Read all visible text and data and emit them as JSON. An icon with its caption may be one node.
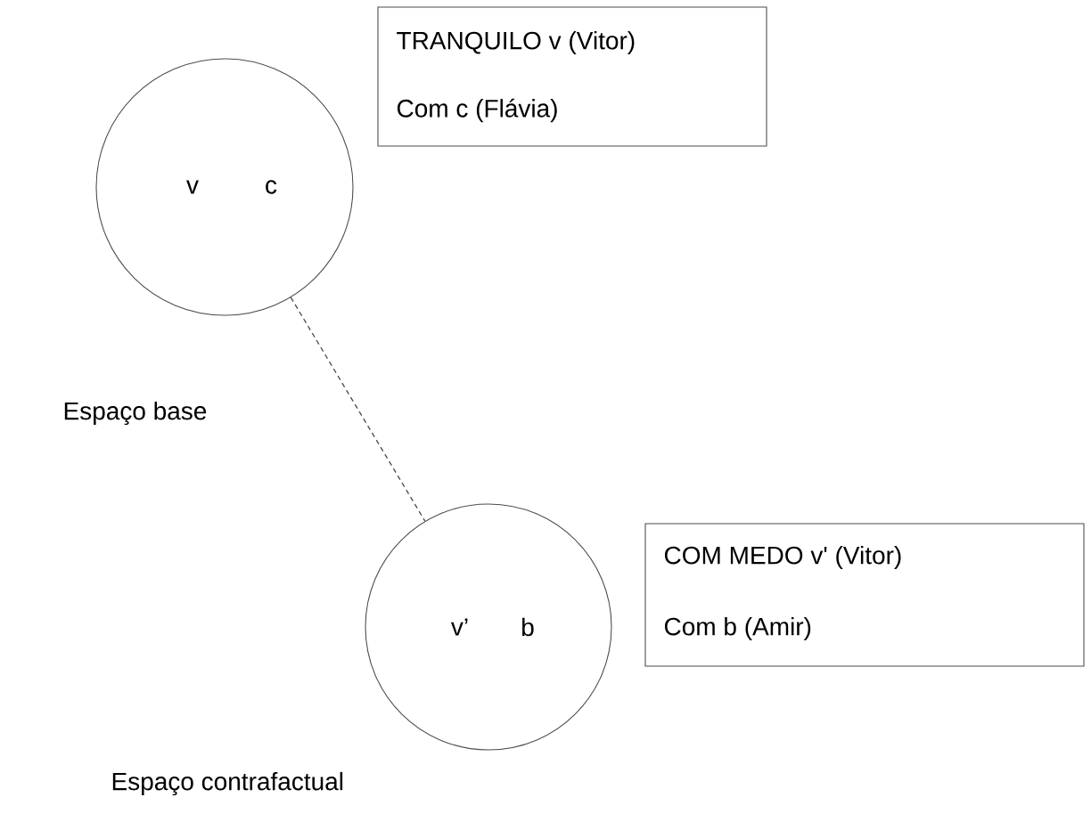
{
  "diagram": {
    "nodes": [
      {
        "text": [
          "v",
          "c"
        ],
        "beside": [
          "Espaço base"
        ]
      },
      {
        "text": [
          "TRANQUILO v (Vitor)",
          "Com c (Flávia)"
        ]
      },
      {
        "text": [
          "v’",
          "b"
        ],
        "beside": [
          "Espaço contrafactual"
        ]
      },
      {
        "text": [
          "COM MEDO v' (Vitor)",
          "Com b (Amir)"
        ]
      }
    ],
    "edges": [
      {
        "from": 0,
        "to": 2,
        "arrow": "none",
        "style": "dashed"
      }
    ]
  }
}
